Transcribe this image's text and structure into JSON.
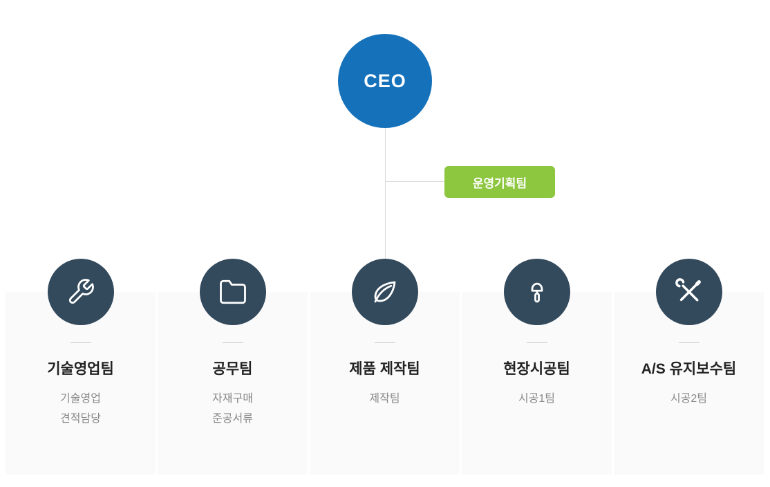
{
  "org": {
    "ceo_label": "CEO",
    "staff_team": {
      "label": "운영기획팀"
    },
    "departments": [
      {
        "name": "기술영업팀",
        "icon": "wrench-icon",
        "members": [
          "기술영업",
          "견적담당"
        ]
      },
      {
        "name": "공무팀",
        "icon": "folder-icon",
        "members": [
          "자재구매",
          "준공서류"
        ]
      },
      {
        "name": "제품 제작팀",
        "icon": "leaf-icon",
        "members": [
          "제작팀"
        ]
      },
      {
        "name": "현장시공팀",
        "icon": "trowel-icon",
        "members": [
          "시공1팀"
        ]
      },
      {
        "name": "A/S 유지보수팀",
        "icon": "crossed-tools-icon",
        "members": [
          "시공2팀"
        ]
      }
    ],
    "colors": {
      "ceo_blue": "#1471ba",
      "staff_green": "#8dc63f",
      "dept_navy": "#33495c",
      "panel_bg": "#fafafa",
      "line_gray": "#d8d8d8",
      "name_color": "#222222",
      "member_color": "#898989"
    }
  }
}
